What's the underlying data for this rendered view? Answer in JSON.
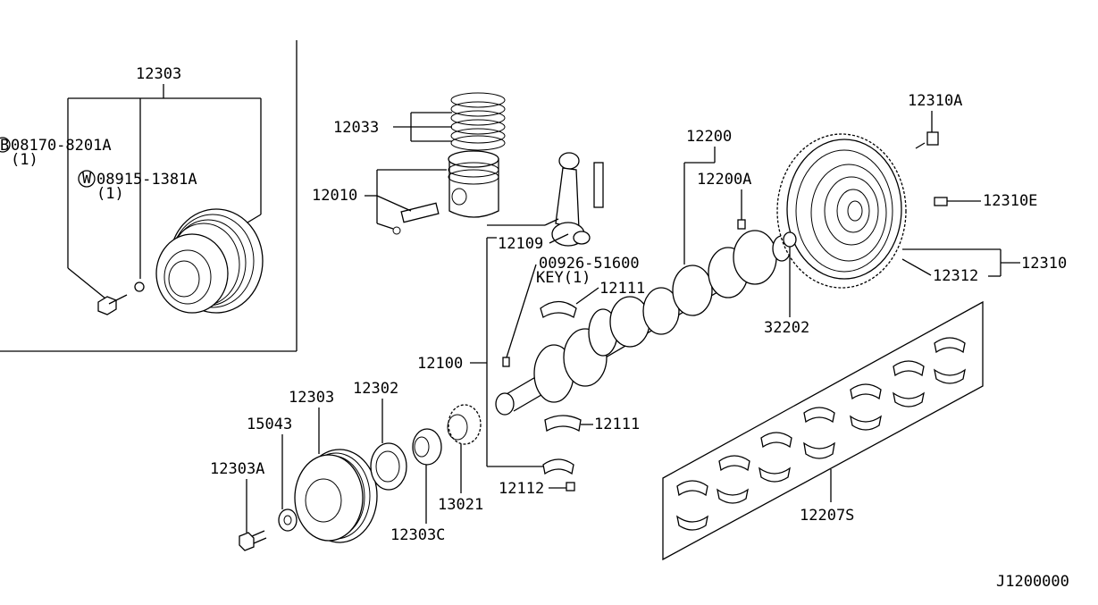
{
  "diagram_id": "J1200000",
  "inset": {
    "part_label": "12303",
    "bolt_label": "08170-8201A",
    "bolt_qty": "(1)",
    "washer_label": "08915-1381A",
    "washer_qty": "(1)",
    "bolt_symbol": "B",
    "washer_symbol": "W"
  },
  "labels": {
    "piston_rings": "12033",
    "piston": "12010",
    "conrod_bolt": "12109",
    "key_part": "00926-51600",
    "key_desc": "KEY(1)",
    "bearing_upper": "12111",
    "bearing_lower": "12111",
    "crankshaft_asm": "12100",
    "conrod_nut": "12112",
    "crankshaft": "12200",
    "crankshaft_a": "12200A",
    "flywheel_bolt": "12310A",
    "dowel": "12310E",
    "flywheel": "12310",
    "ring_gear": "12312",
    "pilot_bushing": "32202",
    "main_bearing_set": "12207S",
    "pulley": "12303",
    "seal": "12302",
    "washer": "15043",
    "pulley_bolt": "12303A",
    "spacer": "12303C",
    "sprocket": "13021"
  }
}
